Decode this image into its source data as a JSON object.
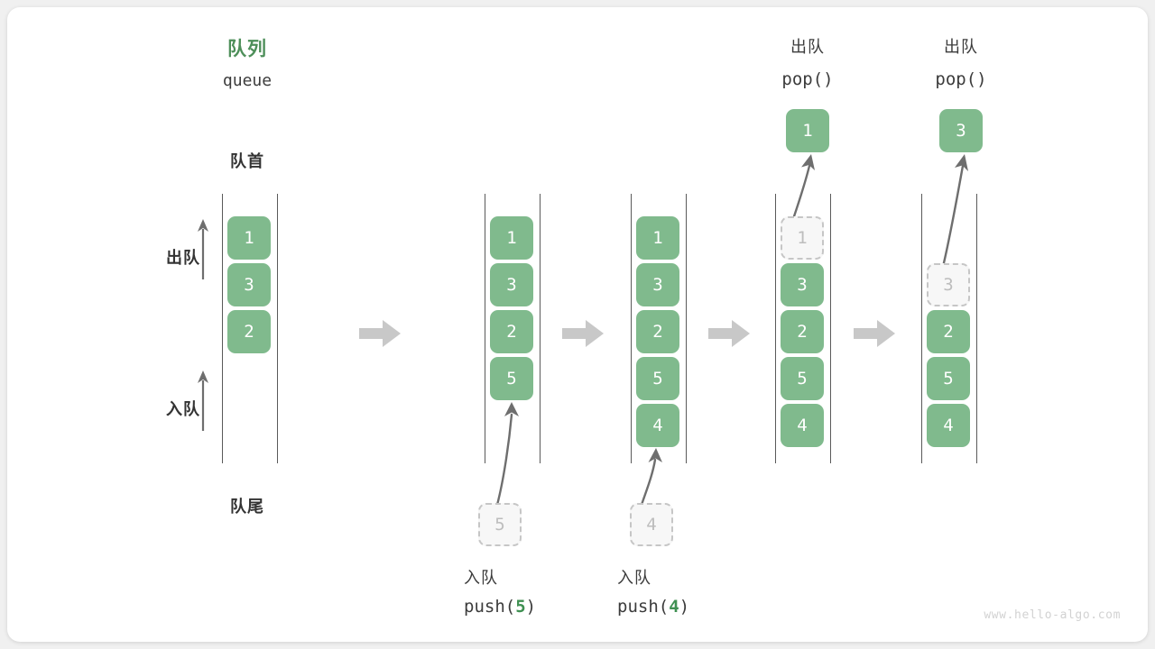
{
  "title": {
    "cn": "队列",
    "en": "queue"
  },
  "labels": {
    "front": "队首",
    "rear": "队尾",
    "dequeue": "出队",
    "enqueue": "入队"
  },
  "watermark": "www.hello-algo.com",
  "colors": {
    "cell_fill": "#80ba8d",
    "cell_text": "#ffffff",
    "ghost_fill": "#f7f7f7",
    "ghost_border": "#c6c6c6",
    "ghost_text": "#bdbdbd",
    "accent_green": "#4e8f5a",
    "rail": "#5a5a5a",
    "step_arrow": "#c8c8c8",
    "curve_arrow": "#6e6e6e",
    "text": "#3c3c3c",
    "watermark": "#d2d2d2"
  },
  "chart_data": {
    "type": "diagram",
    "title": "队列 queue",
    "columns": [
      {
        "id": "initial",
        "cells": [
          "1",
          "3",
          "2"
        ],
        "ghost_index": -1,
        "caption_cn": "",
        "caption_code": ""
      },
      {
        "id": "push5",
        "cells": [
          "1",
          "3",
          "2",
          "5"
        ],
        "ghost_index": -1,
        "incoming_value": "5",
        "caption_cn": "入队",
        "caption_code_prefix": "push(",
        "caption_code_num": "5",
        "caption_code_suffix": ")"
      },
      {
        "id": "push4",
        "cells": [
          "1",
          "3",
          "2",
          "5",
          "4"
        ],
        "ghost_index": -1,
        "incoming_value": "4",
        "caption_cn": "入队",
        "caption_code_prefix": "push(",
        "caption_code_num": "4",
        "caption_code_suffix": ")"
      },
      {
        "id": "pop1",
        "cells": [
          "1",
          "3",
          "2",
          "5",
          "4"
        ],
        "ghost_index": 0,
        "popped_value": "1",
        "caption_cn": "出队",
        "caption_code": "pop()"
      },
      {
        "id": "pop3",
        "cells": [
          "",
          "3",
          "2",
          "5",
          "4"
        ],
        "ghost_index": 1,
        "popped_value": "3",
        "caption_cn": "出队",
        "caption_code": "pop()"
      }
    ]
  },
  "col1": {
    "cells": [
      "1",
      "3",
      "2"
    ]
  },
  "col2": {
    "cells": [
      "1",
      "3",
      "2",
      "5"
    ],
    "incoming": "5",
    "cap_cn": "入队",
    "cap_pre": "push(",
    "cap_num": "5",
    "cap_post": ")"
  },
  "col3": {
    "cells": [
      "1",
      "3",
      "2",
      "5",
      "4"
    ],
    "incoming": "4",
    "cap_cn": "入队",
    "cap_pre": "push(",
    "cap_num": "4",
    "cap_post": ")"
  },
  "col4": {
    "ghost": "1",
    "cells": [
      "3",
      "2",
      "5",
      "4"
    ],
    "popped": "1",
    "cap_cn": "出队",
    "cap_code": "pop()"
  },
  "col5": {
    "ghost": "3",
    "cells": [
      "2",
      "5",
      "4"
    ],
    "popped": "3",
    "cap_cn": "出队",
    "cap_code": "pop()"
  }
}
